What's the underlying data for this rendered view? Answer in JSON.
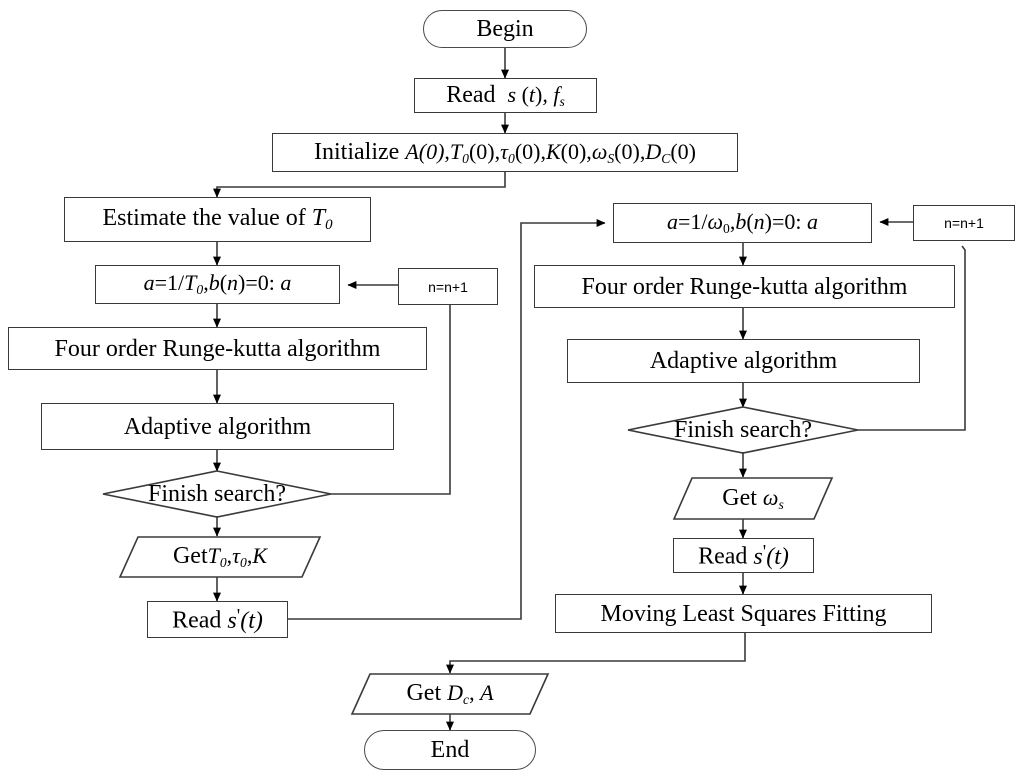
{
  "diagram": {
    "title": "Algorithm flowchart",
    "stroke_color": "#3a3a3a",
    "fill_color": "#ffffff",
    "text_color": "#000000"
  },
  "nodes": {
    "begin": {
      "label": "Begin",
      "shape": "terminator"
    },
    "read_s_fs": {
      "label_plain": "Read  s (t), f_s",
      "shape": "process"
    },
    "initialize": {
      "label_plain": "Initialize A(0), T_0(0), tau_0(0), K(0), omega_S(0), D_C(0)",
      "shape": "process"
    },
    "estimate_t0": {
      "label_plain": "Estimate the value of T_0",
      "shape": "process"
    },
    "left_a_assign": {
      "label_plain": "a=1/T_0, b(n)=0: a",
      "shape": "process"
    },
    "left_n_increment": {
      "label": "n=n+1",
      "shape": "process"
    },
    "left_runge_kutta": {
      "label": "Four order Runge-kutta algorithm",
      "shape": "process"
    },
    "left_adaptive": {
      "label": "Adaptive algorithm",
      "shape": "process"
    },
    "left_finish_search": {
      "label": "Finish search?",
      "shape": "decision"
    },
    "left_get": {
      "label_plain": "Get T_0, tau_0, K",
      "shape": "data"
    },
    "left_read_sprime": {
      "label_plain": "Read s'(t)",
      "shape": "process"
    },
    "right_a_assign": {
      "label_plain": "a=1/omega_0, b(n)=0: a",
      "shape": "process"
    },
    "right_n_increment": {
      "label": "n=n+1",
      "shape": "process"
    },
    "right_runge_kutta": {
      "label": "Four order Runge-kutta algorithm",
      "shape": "process"
    },
    "right_adaptive": {
      "label": "Adaptive algorithm",
      "shape": "process"
    },
    "right_finish_search": {
      "label": "Finish search?",
      "shape": "decision"
    },
    "right_get_omega": {
      "label_plain": "Get omega_s",
      "shape": "data"
    },
    "right_read_sprime": {
      "label_plain": "Read s'(t)",
      "shape": "process"
    },
    "moving_lsf": {
      "label": "Moving Least Squares Fitting",
      "shape": "process"
    },
    "get_dc_a": {
      "label_plain": "Get D_c, A",
      "shape": "data"
    },
    "end": {
      "label": "End",
      "shape": "terminator"
    }
  },
  "edge_labels": []
}
